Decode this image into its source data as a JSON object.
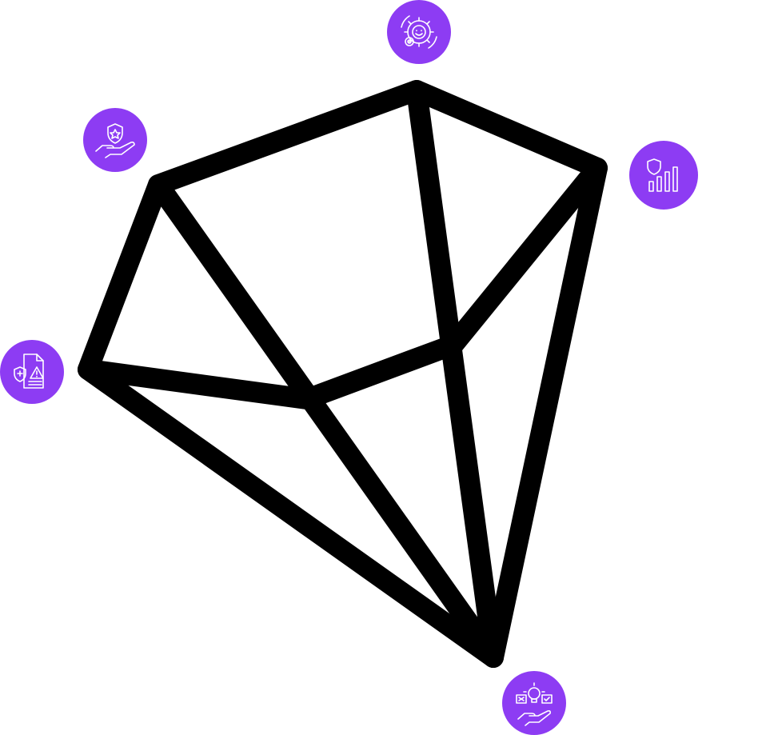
{
  "colors": {
    "badge_fill": "#8d3cf3",
    "icon_stroke": "#ffffff",
    "outline": "#000000",
    "background": "#ffffff"
  },
  "badges": [
    {
      "id": "top",
      "icon": "gear-smile-icon"
    },
    {
      "id": "upper-left",
      "icon": "hand-shield-star-icon"
    },
    {
      "id": "right",
      "icon": "shield-signal-bars-icon"
    },
    {
      "id": "left",
      "icon": "document-warning-shield-icon"
    },
    {
      "id": "bottom",
      "icon": "hand-lightbulb-choices-icon"
    }
  ]
}
